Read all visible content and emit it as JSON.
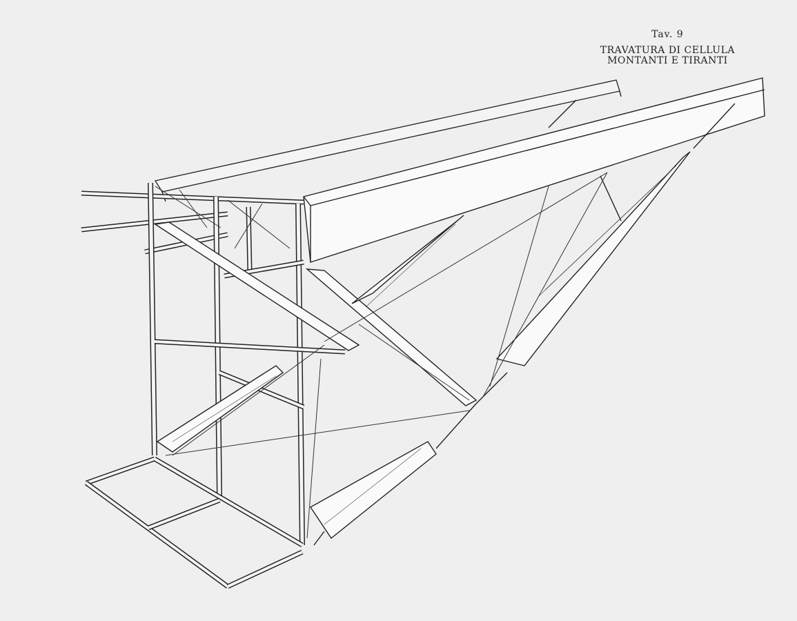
{
  "plate": {
    "number_label": "Tav. 9",
    "caption_line1": "TRAVATURA DI CELLULA",
    "caption_line2": "MONTANTI E TIRANTI"
  },
  "colors": {
    "paper": "#efefef",
    "ink": "#222222"
  }
}
